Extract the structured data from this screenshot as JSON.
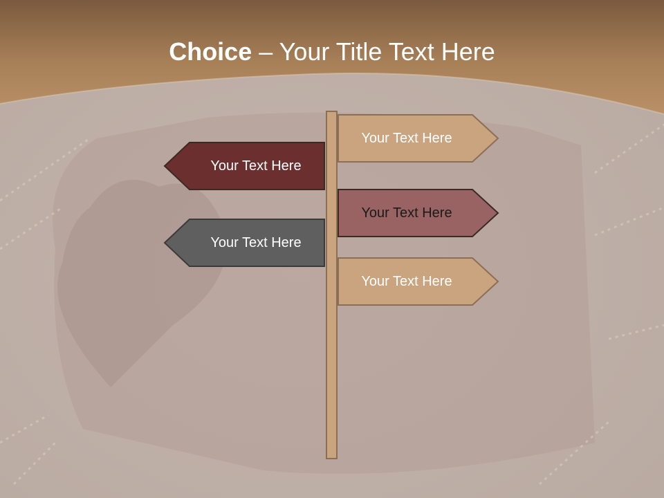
{
  "slide": {
    "title_bold": "Choice",
    "title_rest": " – Your Title Text Here"
  },
  "signs": [
    {
      "label": "Your Text Here",
      "direction": "right",
      "fill": "#c9a47f",
      "text_color": "#ffffff"
    },
    {
      "label": "Your Text Here",
      "direction": "left",
      "fill": "#6c2f30",
      "text_color": "#ffffff"
    },
    {
      "label": "Your Text Here",
      "direction": "right",
      "fill": "#9a6363",
      "text_color": "#1a1a1a"
    },
    {
      "label": "Your Text Here",
      "direction": "left",
      "fill": "#5f5f5f",
      "text_color": "#ffffff"
    },
    {
      "label": "Your Text Here",
      "direction": "right",
      "fill": "#c9a47f",
      "text_color": "#ffffff"
    }
  ],
  "colors": {
    "header": "#a88058",
    "post": "#c9a47f",
    "outline": "#3a2a22"
  }
}
